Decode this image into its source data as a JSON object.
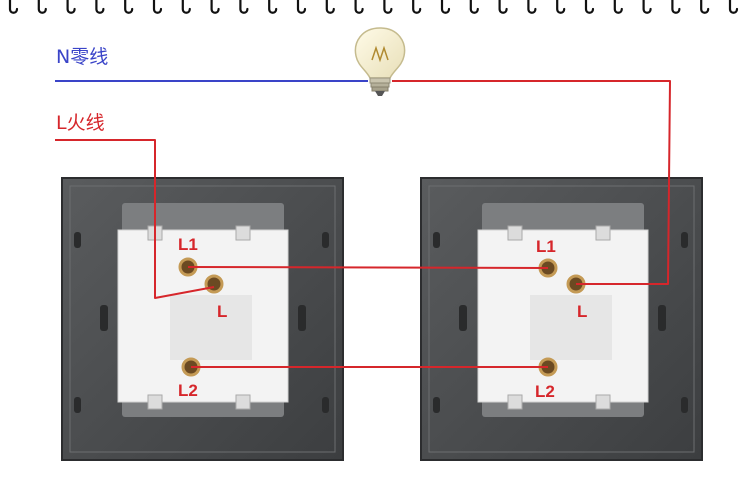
{
  "wires": {
    "neutral_label": "N零线",
    "live_label": "L火线",
    "neutral_color": "#3a44c8",
    "live_color": "#d6262b"
  },
  "switches": [
    {
      "terminals": {
        "l1": "L1",
        "l": "L",
        "l2": "L2"
      }
    },
    {
      "terminals": {
        "l1": "L1",
        "l": "L",
        "l2": "L2"
      }
    }
  ],
  "icons": {
    "lamp": "light-bulb-icon",
    "binding": "notebook-ring-icon"
  }
}
